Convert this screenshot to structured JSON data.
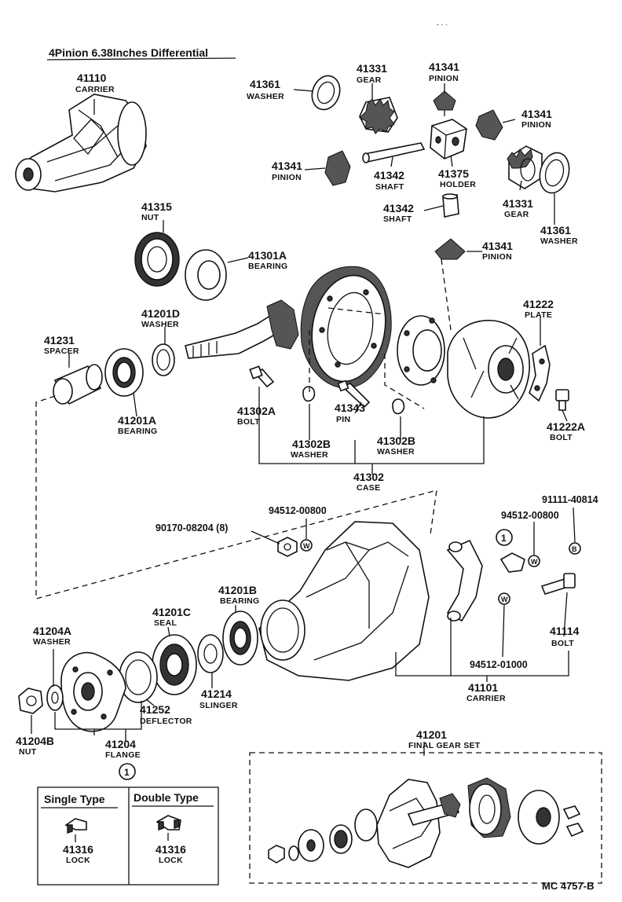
{
  "title": "4Pinion 6.38Inches Differential",
  "reference": "MC 4757-B",
  "circled_marker": "1",
  "parts": {
    "p41110": {
      "num": "41110",
      "name": "CARRIER"
    },
    "p41361a": {
      "num": "41361",
      "name": "WASHER"
    },
    "p41331a": {
      "num": "41331",
      "name": "GEAR"
    },
    "p41341a": {
      "num": "41341",
      "name": "PINION"
    },
    "p41341b": {
      "num": "41341",
      "name": "PINION"
    },
    "p41341c": {
      "num": "41341",
      "name": "PINION"
    },
    "p41342a": {
      "num": "41342",
      "name": "SHAFT"
    },
    "p41375": {
      "num": "41375",
      "name": "HOLDER"
    },
    "p41331b": {
      "num": "41331",
      "name": "GEAR"
    },
    "p41361b": {
      "num": "41361",
      "name": "WASHER"
    },
    "p41342b": {
      "num": "41342",
      "name": "SHAFT"
    },
    "p41315": {
      "num": "41315",
      "name": "NUT"
    },
    "p41301A": {
      "num": "41301A",
      "name": "BEARING"
    },
    "p41341d": {
      "num": "41341",
      "name": "PINION"
    },
    "p41201D": {
      "num": "41201D",
      "name": "WASHER"
    },
    "p41222": {
      "num": "41222",
      "name": "PLATE"
    },
    "p41231": {
      "num": "41231",
      "name": "SPACER"
    },
    "p41201A": {
      "num": "41201A",
      "name": "BEARING"
    },
    "p41302A": {
      "num": "41302A",
      "name": "BOLT"
    },
    "p41343": {
      "num": "41343",
      "name": "PIN"
    },
    "p41302Ba": {
      "num": "41302B",
      "name": "WASHER"
    },
    "p41302Bb": {
      "num": "41302B",
      "name": "WASHER"
    },
    "p41222A": {
      "num": "41222A",
      "name": "BOLT"
    },
    "p41302": {
      "num": "41302",
      "name": "CASE"
    },
    "p9451200800a": {
      "num": "94512-00800"
    },
    "p9017008204": {
      "num": "90170-08204 (8)"
    },
    "p9111140814": {
      "num": "91111-40814"
    },
    "p9451200800b": {
      "num": "94512-00800"
    },
    "p41201B": {
      "num": "41201B",
      "name": "BEARING"
    },
    "p41201C": {
      "num": "41201C",
      "name": "SEAL"
    },
    "p41204A": {
      "num": "41204A",
      "name": "WASHER"
    },
    "p41114": {
      "num": "41114",
      "name": "BOLT"
    },
    "p9451201000": {
      "num": "94512-01000"
    },
    "p41214": {
      "num": "41214",
      "name": "SLINGER"
    },
    "p41252": {
      "num": "41252",
      "name": "DEFLECTOR"
    },
    "p41101": {
      "num": "41101",
      "name": "CARRIER"
    },
    "p41204B": {
      "num": "41204B",
      "name": "NUT"
    },
    "p41204": {
      "num": "41204",
      "name": "FLANGE"
    },
    "p41201": {
      "num": "41201",
      "name": "FINAL GEAR SET"
    }
  },
  "lock_table": {
    "single": {
      "heading": "Single Type",
      "num": "41316",
      "name": "LOCK"
    },
    "double": {
      "heading": "Double Type",
      "num": "41316",
      "name": "LOCK"
    }
  },
  "washer_symbols": {
    "w": "W",
    "b": "B"
  }
}
